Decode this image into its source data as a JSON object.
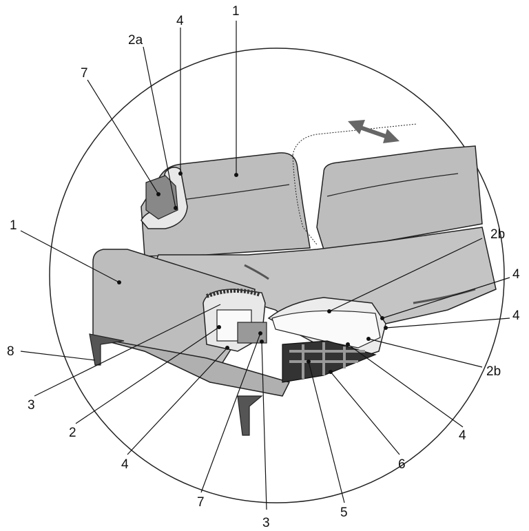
{
  "diagram": {
    "labels": [
      {
        "id": "top-1",
        "text": "1"
      },
      {
        "id": "top-4",
        "text": "4"
      },
      {
        "id": "top-2a",
        "text": "2a"
      },
      {
        "id": "top-7",
        "text": "7"
      },
      {
        "id": "left-1",
        "text": "1"
      },
      {
        "id": "left-8",
        "text": "8"
      },
      {
        "id": "right-2b-top",
        "text": "2b"
      },
      {
        "id": "right-4-a",
        "text": "4"
      },
      {
        "id": "right-4-b",
        "text": "4"
      },
      {
        "id": "right-2b-bottom",
        "text": "2b"
      },
      {
        "id": "bottom-4-right",
        "text": "4"
      },
      {
        "id": "bottom-6",
        "text": "6"
      },
      {
        "id": "bottom-5",
        "text": "5"
      },
      {
        "id": "bottom-3-right",
        "text": "3"
      },
      {
        "id": "bottom-7",
        "text": "7"
      },
      {
        "id": "bottom-4-left",
        "text": "4"
      },
      {
        "id": "bottom-2",
        "text": "2"
      },
      {
        "id": "bottom-3-left",
        "text": "3"
      }
    ]
  }
}
